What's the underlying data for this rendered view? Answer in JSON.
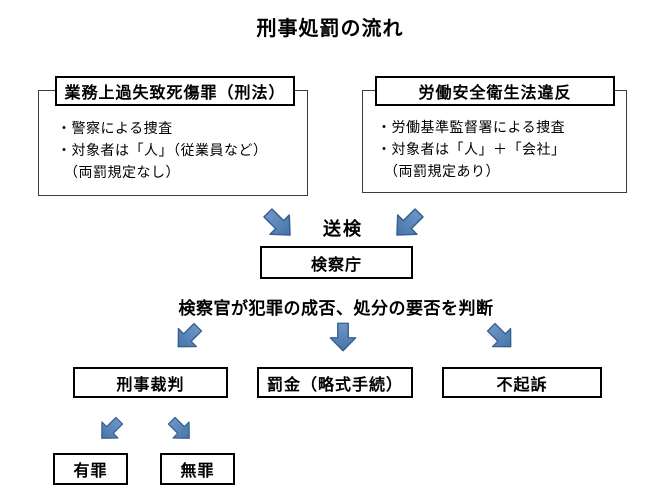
{
  "title": "刑事処罰の流れ",
  "boxes": {
    "left": {
      "header": "業務上過失致死傷罪（刑法）",
      "lines": [
        "・警察による捜査",
        "・対象者は「人」（従業員など）",
        "（両罰規定なし）"
      ]
    },
    "right": {
      "header": "労働安全衛生法違反",
      "lines": [
        "・労働基準監督署による捜査",
        "・対象者は「人」＋「会社」",
        "（両罰規定あり）"
      ]
    }
  },
  "flow": {
    "soken_label": "送検",
    "prosecutors_office": "検察庁",
    "decision_text": "検察官が犯罪の成否、処分の要否を判断",
    "outcomes": [
      "刑事裁判",
      "罰金（略式手続）",
      "不起訴"
    ],
    "verdicts": [
      "有罪",
      "無罪"
    ]
  },
  "colors": {
    "arrow_fill_light": "#6d96c6",
    "arrow_fill_dark": "#4674a8",
    "arrow_stroke": "#36608f"
  }
}
